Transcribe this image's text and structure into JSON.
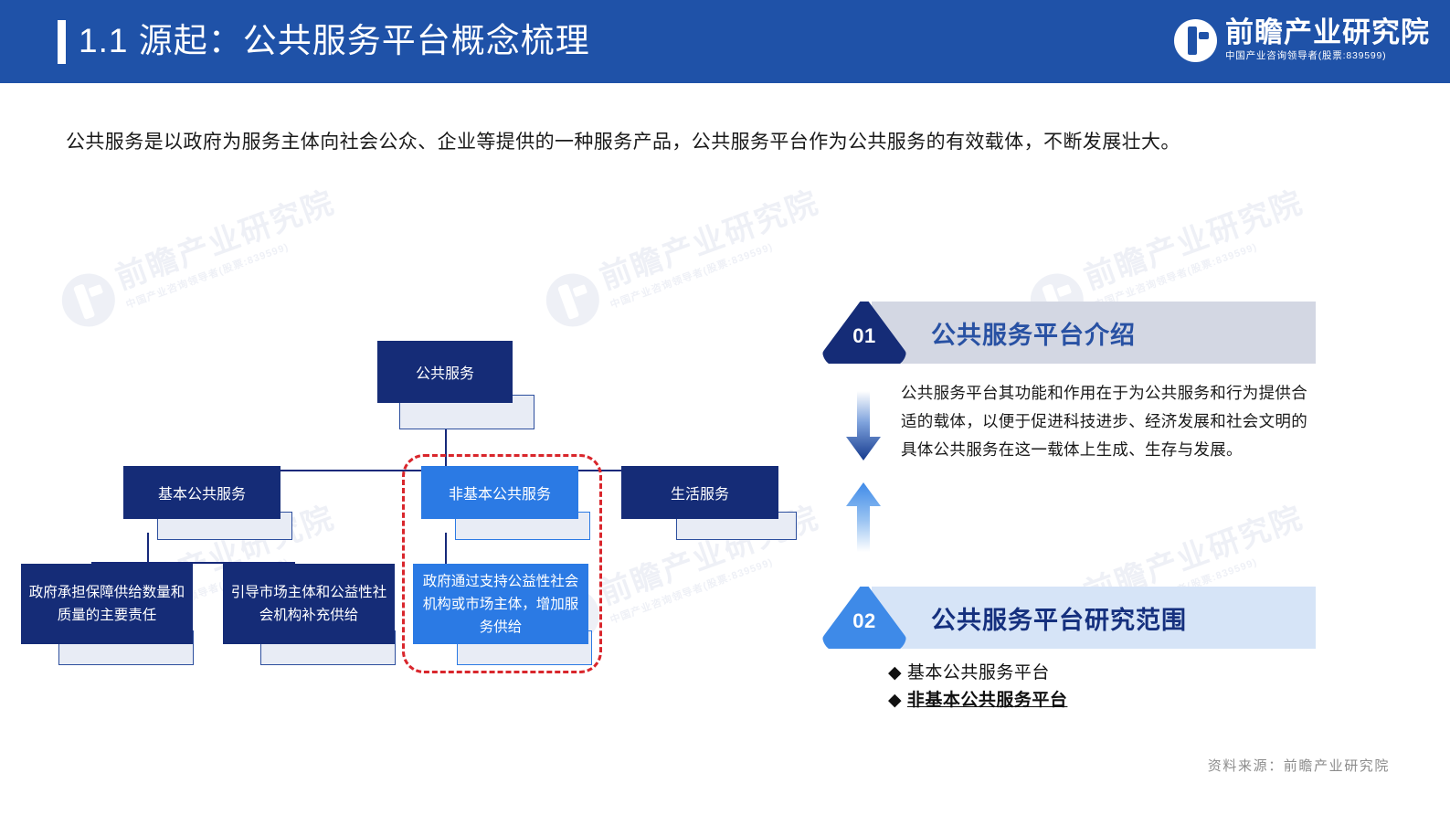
{
  "header": {
    "title": "1.1 源起：公共服务平台概念梳理",
    "logo_name": "前瞻产业研究院",
    "logo_sub": "中国产业咨询领导者(股票:839599)",
    "logo_icon": "qianzhan-logo-icon",
    "bg_color": "#1f52a8"
  },
  "intro": {
    "text": "公共服务是以政府为服务主体向社会公众、企业等提供的一种服务产品，公共服务平台作为公共服务的有效载体，不断发展壮大。"
  },
  "chart_data": {
    "type": "diagram",
    "title": "公共服务分类树状图",
    "root": {
      "label": "公共服务",
      "color": "#152c77"
    },
    "level2": [
      {
        "label": "基本公共服务",
        "color": "#152c77",
        "highlighted": false
      },
      {
        "label": "非基本公共服务",
        "color": "#2b7ae4",
        "highlighted": true
      },
      {
        "label": "生活服务",
        "color": "#152c77",
        "highlighted": false
      }
    ],
    "level3": [
      {
        "label": "政府承担保障供给数量和质量的主要责任",
        "color": "#152c77",
        "parent": "基本公共服务"
      },
      {
        "label": "引导市场主体和公益性社会机构补充供给",
        "color": "#152c77",
        "parent": "基本公共服务"
      },
      {
        "label": "政府通过支持公益性社会机构或市场主体，增加服务供给",
        "color": "#2b7ae4",
        "parent": "非基本公共服务"
      }
    ],
    "highlight_outline_color": "#d9262c",
    "highlight_outline_style": "dashed"
  },
  "panel": {
    "section01": {
      "number": "01",
      "title": "公共服务平台介绍",
      "bar_color": "#d3d7e3",
      "badge_color": "#152c77",
      "body": "公共服务平台其功能和作用在于为公共服务和行为提供合适的载体，以便于促进科技进步、经济发展和社会文明的具体公共服务在这一载体上生成、生存与发展。"
    },
    "section02": {
      "number": "02",
      "title": "公共服务平台研究范围",
      "bar_color": "#d6e4f7",
      "badge_color": "#3e8ae8",
      "bullets": [
        {
          "marker": "◆",
          "label": "基本公共服务平台",
          "emphasis": false
        },
        {
          "marker": "◆",
          "label": "非基本公共服务平台",
          "emphasis": true
        }
      ]
    },
    "arrow_down": "arrow-down-icon",
    "arrow_up": "arrow-up-icon"
  },
  "footer": {
    "source": "资料来源：前瞻产业研究院"
  }
}
